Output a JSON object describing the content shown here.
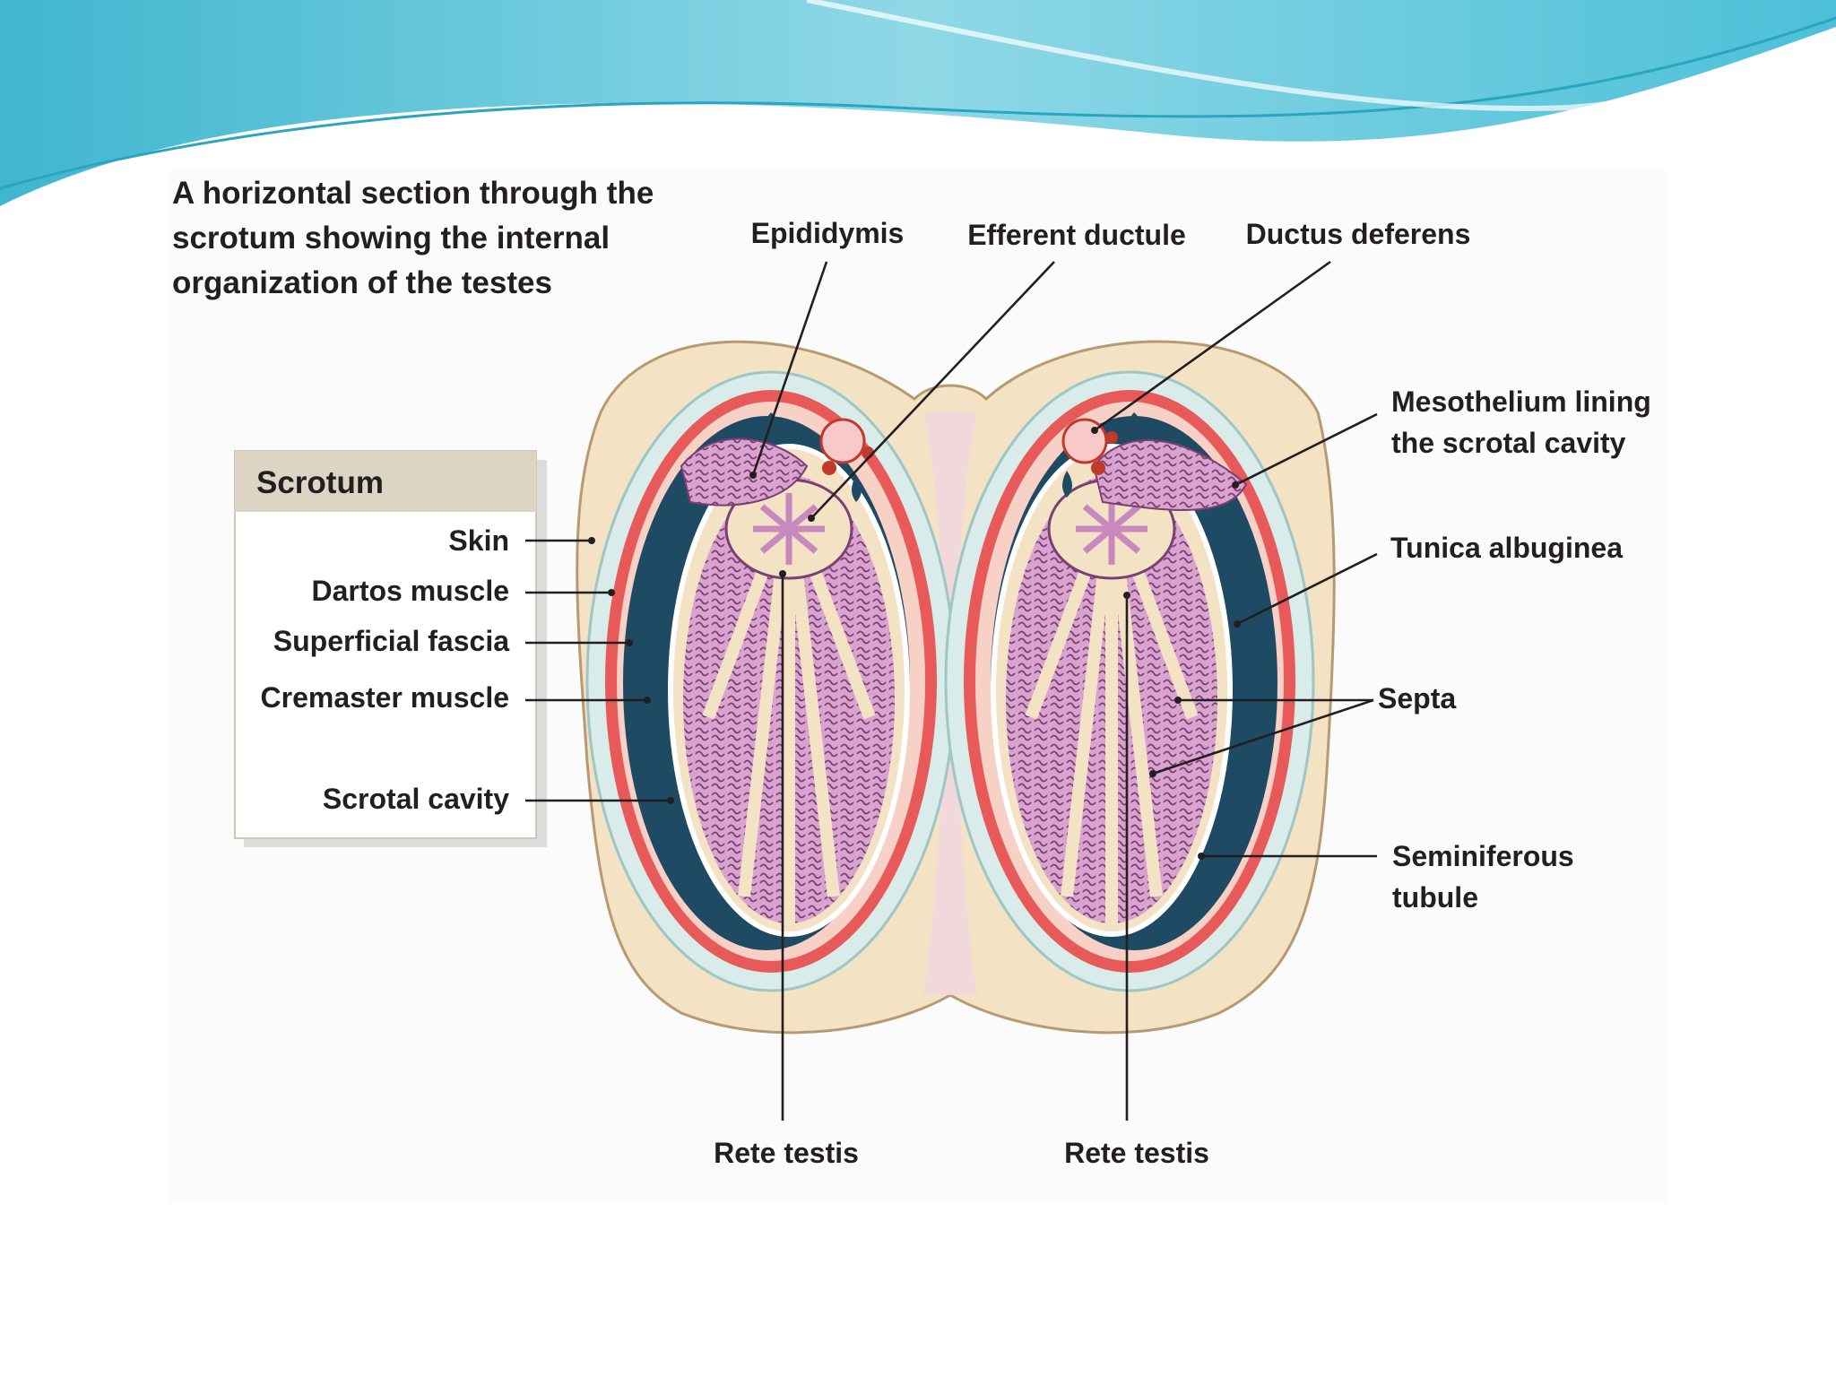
{
  "title_lines": [
    "A horizontal section through the",
    "scrotum showing the internal",
    "organization of the testes"
  ],
  "scrotum_box": {
    "heading": "Scrotum",
    "items": [
      "Skin",
      "Dartos muscle",
      "Superficial fascia",
      "Cremaster muscle",
      "Scrotal cavity"
    ]
  },
  "top_labels": {
    "epididymis": "Epididymis",
    "efferent_ductule": "Efferent ductule",
    "ductus_deferens": "Ductus deferens"
  },
  "right_labels": {
    "mesothelium": [
      "Mesothelium lining",
      "the scrotal cavity"
    ],
    "tunica": "Tunica albuginea",
    "septa": "Septa",
    "seminiferous": [
      "Seminiferous",
      "tubule"
    ]
  },
  "bottom_labels": {
    "rete_left": "Rete testis",
    "rete_right": "Rete testis"
  },
  "colors": {
    "header_wave": "#5bc3d9",
    "skin": "#f3e2c4",
    "muscle": "#e85a5a",
    "cavity": "#1f4a63",
    "tubule": "#c889bf",
    "box_header": "#dcd5c3"
  }
}
